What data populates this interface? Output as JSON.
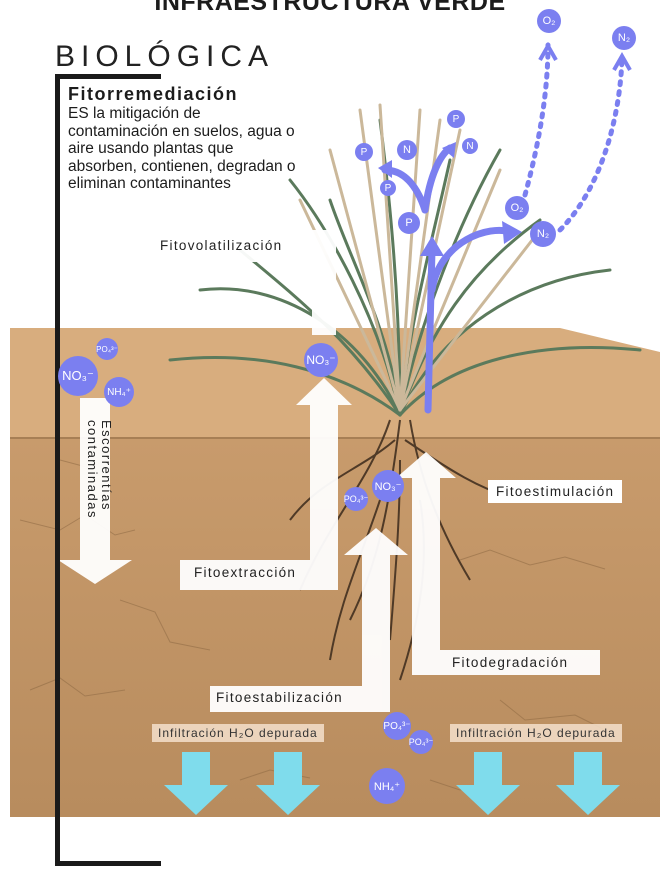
{
  "header": {
    "title": "INFRAESTRUCTURA VERDE",
    "section": "BIOLÓGICA"
  },
  "definition": {
    "term": "Fitorremediación",
    "text": "ES la mitigación de contaminación en suelos, agua o aire usando plantas que absorben, contienen, degradan o eliminan contaminantes"
  },
  "processes": {
    "volatilizacion": "Fitovolatilización",
    "estimulacion": "Fitoestimulación",
    "extraccion": "Fitoextracción",
    "degradacion": "Fitodegradación",
    "estabilizacion": "Fitoestabilización"
  },
  "runoff": {
    "label": "Escorrentías contaminadas"
  },
  "infiltration": {
    "left": "Infiltración H₂O depurada",
    "right": "Infiltración H₂O depurada"
  },
  "molecules": {
    "o2": "O₂",
    "n2": "N₂",
    "no3": "NO₃⁻",
    "nh4": "NH₄⁺",
    "po4": "PO₄³⁻",
    "p": "P",
    "n": "N"
  },
  "colors": {
    "molecule": "#7b7ff0",
    "soil_top": "#d6a877",
    "soil": "#c29566",
    "arrow": "#ffffff",
    "water_arrow": "#7fdcec",
    "frame": "#1a1a1a"
  }
}
